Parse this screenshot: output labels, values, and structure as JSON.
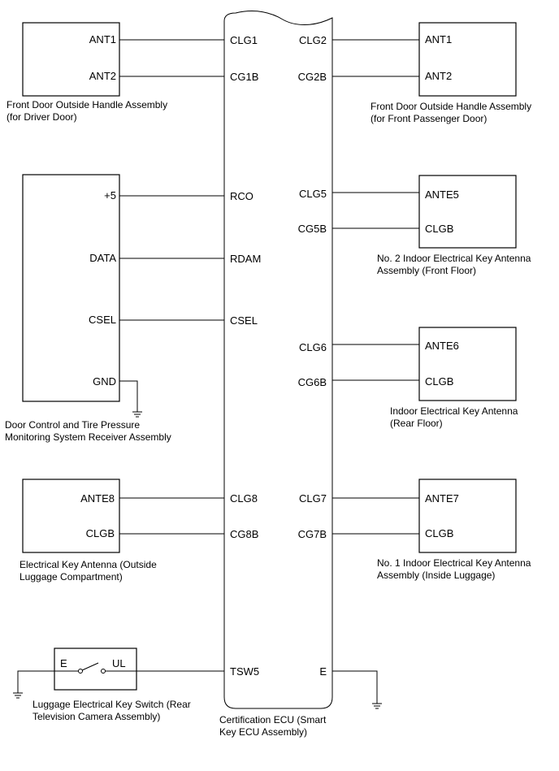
{
  "ecu": {
    "caption": [
      "Certification ECU (Smart",
      "Key ECU Assembly)"
    ],
    "ground_pin": "E"
  },
  "components": [
    {
      "id": "fd-driver",
      "caption": [
        "Front Door Outside Handle Assembly",
        "(for Driver Door)"
      ],
      "pins": [
        "ANT1",
        "ANT2"
      ],
      "ecu_pins": [
        "CLG1",
        "CG1B"
      ]
    },
    {
      "id": "fd-passenger",
      "caption": [
        "Front Door Outside Handle Assembly",
        "(for Front Passenger Door)"
      ],
      "pins": [
        "ANT1",
        "ANT2"
      ],
      "ecu_pins": [
        "CLG2",
        "CG2B"
      ]
    },
    {
      "id": "tpms",
      "caption": [
        "Door Control and Tire Pressure",
        "Monitoring System Receiver Assembly"
      ],
      "pins": [
        "+5",
        "DATA",
        "CSEL",
        "GND"
      ],
      "ecu_pins": [
        "RCO",
        "RDAM",
        "CSEL"
      ]
    },
    {
      "id": "ant2-front",
      "caption": [
        "No. 2 Indoor Electrical Key Antenna",
        "Assembly (Front Floor)"
      ],
      "pins": [
        "ANTE5",
        "CLGB"
      ],
      "ecu_pins": [
        "CLG5",
        "CG5B"
      ]
    },
    {
      "id": "ant-rear",
      "caption": [
        "Indoor Electrical Key Antenna",
        "(Rear Floor)"
      ],
      "pins": [
        "ANTE6",
        "CLGB"
      ],
      "ecu_pins": [
        "CLG6",
        "CG6B"
      ]
    },
    {
      "id": "ant-outside-luggage",
      "caption": [
        "Electrical Key Antenna (Outside",
        "Luggage Compartment)"
      ],
      "pins": [
        "ANTE8",
        "CLGB"
      ],
      "ecu_pins": [
        "CLG8",
        "CG8B"
      ]
    },
    {
      "id": "ant1-inside-luggage",
      "caption": [
        "No. 1 Indoor Electrical Key Antenna",
        "Assembly (Inside Luggage)"
      ],
      "pins": [
        "ANTE7",
        "CLGB"
      ],
      "ecu_pins": [
        "CLG7",
        "CG7B"
      ]
    },
    {
      "id": "luggage-switch",
      "caption": [
        "Luggage Electrical Key Switch (Rear",
        "Television Camera Assembly)"
      ],
      "pins": [
        "E",
        "UL"
      ],
      "ecu_pins": [
        "TSW5"
      ]
    }
  ]
}
